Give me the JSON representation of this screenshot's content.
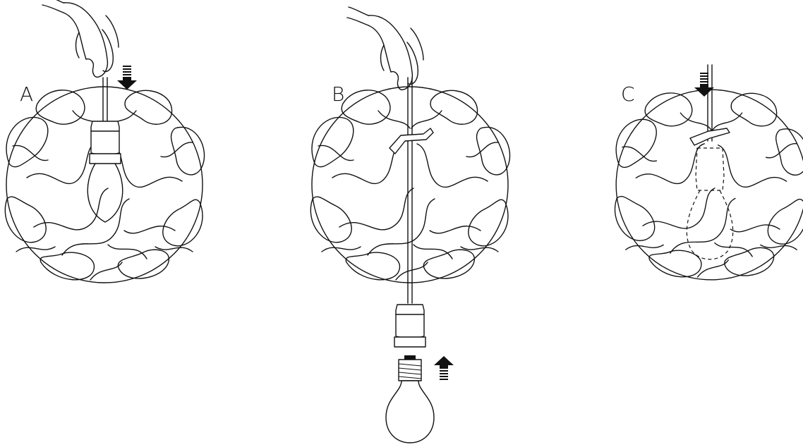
{
  "steps": [
    {
      "label": "A",
      "arrow": "down"
    },
    {
      "label": "B",
      "arrow": "up"
    },
    {
      "label": "C",
      "arrow": "down"
    }
  ]
}
